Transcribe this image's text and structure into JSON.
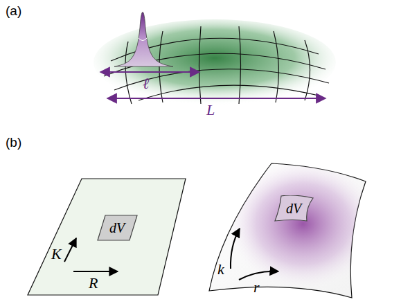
{
  "diagram": {
    "nodes": [
      {
        "text": [
          "dV"
        ]
      },
      {
        "text": [
          "dV"
        ]
      }
    ],
    "labels": [
      "(a)",
      "ℓ",
      "L",
      "(b)",
      "K",
      "R",
      "k",
      "r"
    ]
  }
}
